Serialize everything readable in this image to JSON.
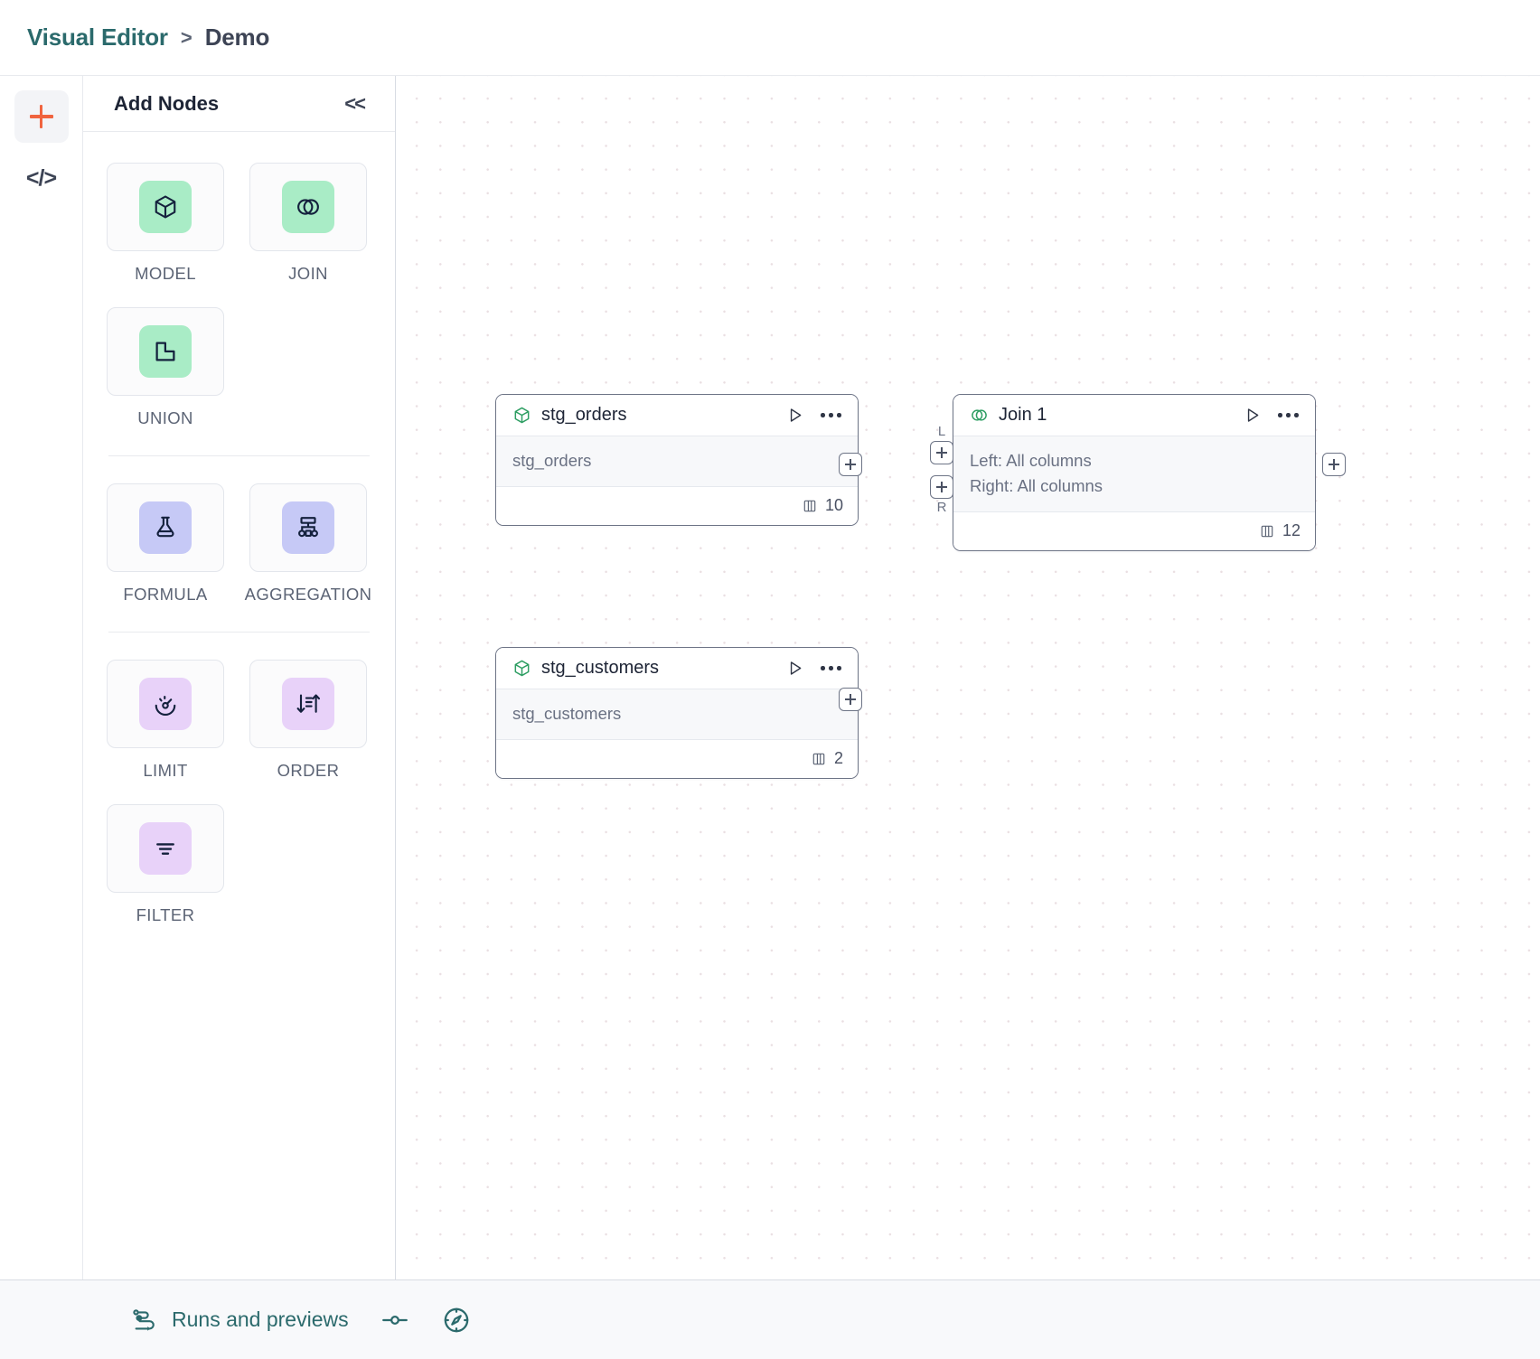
{
  "header": {
    "breadcrumb_root": "Visual Editor",
    "breadcrumb_separator": ">",
    "breadcrumb_current": "Demo"
  },
  "rail": {
    "items": [
      {
        "name": "add-node-rail-button",
        "icon": "plus-icon",
        "active": true
      },
      {
        "name": "code-view-rail-button",
        "icon": "code-icon",
        "label": "</>",
        "active": false
      }
    ]
  },
  "panel": {
    "title": "Add Nodes",
    "collapse_label": "<<",
    "groups": [
      {
        "items": [
          {
            "label": "MODEL",
            "icon": "cube-icon",
            "tone": "green"
          },
          {
            "label": "JOIN",
            "icon": "venn-circles-icon",
            "tone": "green"
          },
          {
            "label": "UNION",
            "icon": "union-shapes-icon",
            "tone": "green"
          }
        ]
      },
      {
        "items": [
          {
            "label": "FORMULA",
            "icon": "flask-icon",
            "tone": "indigo"
          },
          {
            "label": "AGGREGATION",
            "icon": "hierarchy-icon",
            "tone": "indigo"
          }
        ]
      },
      {
        "items": [
          {
            "label": "LIMIT",
            "icon": "gauge-icon",
            "tone": "violet"
          },
          {
            "label": "ORDER",
            "icon": "sort-arrows-icon",
            "tone": "violet"
          },
          {
            "label": "FILTER",
            "icon": "filter-lines-icon",
            "tone": "violet"
          }
        ]
      }
    ]
  },
  "canvas": {
    "nodes": [
      {
        "id": "stg_orders",
        "title": "stg_orders",
        "icon": "cube-icon",
        "body_lines": [
          "stg_orders"
        ],
        "column_count": "10",
        "column_icon": "columns-icon",
        "run_icon": "play-icon",
        "menu_icon": "more-horizontal-icon"
      },
      {
        "id": "stg_customers",
        "title": "stg_customers",
        "icon": "cube-icon",
        "body_lines": [
          "stg_customers"
        ],
        "column_count": "2",
        "column_icon": "columns-icon",
        "run_icon": "play-icon",
        "menu_icon": "more-horizontal-icon"
      },
      {
        "id": "join_1",
        "title": "Join 1",
        "icon": "venn-circles-icon",
        "body_lines": [
          "Left: All columns",
          "Right: All columns"
        ],
        "column_count": "12",
        "column_icon": "columns-icon",
        "run_icon": "play-icon",
        "menu_icon": "more-horizontal-icon"
      }
    ],
    "handle_labels": {
      "left": "L",
      "right": "R"
    }
  },
  "bottombar": {
    "runs_label": "Runs and previews",
    "runs_icon": "pipeline-runs-icon",
    "toggle_icon": "slider-toggle-icon",
    "navigator_icon": "compass-icon"
  },
  "colors": {
    "brand_teal": "#2b6a6c",
    "accent_orange": "#f0643f",
    "node_green": "#a9ecc6",
    "node_indigo": "#c6c9f6",
    "node_violet": "#e8d2f9",
    "node_icon_green": "#2e9e63",
    "node_border": "#6d7486"
  }
}
